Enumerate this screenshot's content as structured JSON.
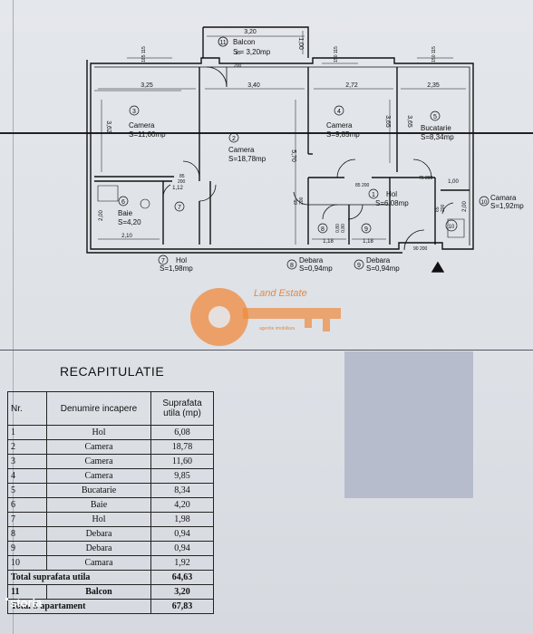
{
  "plan": {
    "balcony_no": "11",
    "balcony_name": "Balcon",
    "balcony_area": "S = 3,20mp",
    "dim_balcony_w": "3,20",
    "dim_balcony_h": "1,00",
    "dim_320": "3,25",
    "dim_340": "3,40",
    "dim_272": "2,72",
    "dim_235": "2,35",
    "dim_362": "3,62",
    "dim_365": "3,65",
    "dim_365b": "3,65",
    "dim_570": "5,70",
    "dim_112": "1,12",
    "dim_200": "2,00",
    "dim_210": "2,10",
    "dim_118a": "1,18",
    "dim_118b": "1,18",
    "dim_080a": "0,80",
    "dim_080b": "0,80",
    "dim_100": "1,00",
    "dim_200b": "2,00",
    "door_85_200": "85\n200",
    "door_120": "120",
    "door_75_200": "75\n200",
    "door_90_200": "90\n200",
    "w_185_115": "185\n115",
    "w_150_115a": "150\n115",
    "w_150_115b": "150\n115",
    "r3_no": "3",
    "r3_name": "Camera",
    "r3_area": "S=11,60mp",
    "r2_no": "2",
    "r2_name": "Camera",
    "r2_area": "S=18,78mp",
    "r4_no": "4",
    "r4_name": "Camera",
    "r4_area": "S=9,85mp",
    "r5_no": "5",
    "r5_name": "Bucatarie",
    "r5_area": "S=8,34mp",
    "r6_no": "6",
    "r6_name": "Baie",
    "r6_area": "S=4,20",
    "r7_no": "7",
    "r1_no": "1",
    "r1_name": "Hol",
    "r1_area": "S=6,08mp",
    "r8_no": "8",
    "r9_no": "9",
    "r10_no": "10",
    "r10_label": "Camara",
    "r10_area": "S=1,92mp",
    "hol7_no": "7",
    "hol7_name": "Hol",
    "hol7_area": "S=1,98mp",
    "deb8_no": "8",
    "deb8_name": "Debara",
    "deb8_area": "S=0,94mp",
    "deb9_no": "9",
    "deb9_name": "Debara",
    "deb9_area": "S=0,94mp",
    "d85a": "85",
    "d200a": "200",
    "d65": "65",
    "d200c": "200",
    "d85b": "85",
    "d200b": "200",
    "d65b": "65",
    "d200d": "200"
  },
  "logo": {
    "name": "Land Estate",
    "tagline": "agentie imobiliara"
  },
  "recap": {
    "title": "RECAPITULATIE",
    "headers": [
      "Nr.",
      "Denumire incapere",
      "Suprafata utila (mp)"
    ],
    "rows": [
      [
        "1",
        "Hol",
        "6,08"
      ],
      [
        "2",
        "Camera",
        "18,78"
      ],
      [
        "3",
        "Camera",
        "11,60"
      ],
      [
        "4",
        "Camera",
        "9,85"
      ],
      [
        "5",
        "Bucatarie",
        "8,34"
      ],
      [
        "6",
        "Baie",
        "4,20"
      ],
      [
        "7",
        "Hol",
        "1,98"
      ],
      [
        "8",
        "Debara",
        "0,94"
      ],
      [
        "9",
        "Debara",
        "0,94"
      ],
      [
        "10",
        "Camara",
        "1,92"
      ]
    ],
    "total_util_label": "Total suprafata utila",
    "total_util_value": "64,63",
    "balcon_no": "11",
    "balcon_label": "Balcon",
    "balcon_value": "3,20",
    "total_apt_label": "Total S apartament",
    "total_apt_value": "67,83"
  },
  "watermark": "storia",
  "colors": {
    "logo_orange": "#f08a3c",
    "ink": "#111111",
    "redaction": "#b6bccc"
  }
}
